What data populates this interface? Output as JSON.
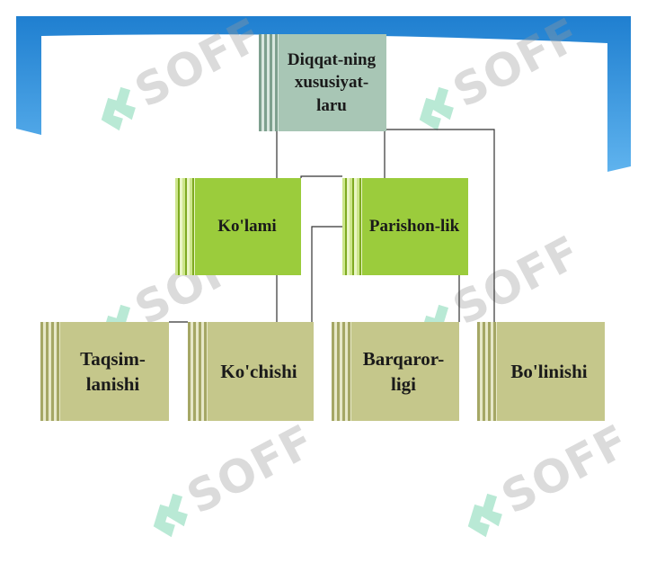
{
  "diagram": {
    "root": {
      "label": "Diqqat-ning\nxususiyat-\nlaru"
    },
    "middle": [
      {
        "label": "Ko'lami"
      },
      {
        "label": "Parishon-lik"
      }
    ],
    "leaves": [
      {
        "label": "Taqsim-\nlanishi"
      },
      {
        "label": "Ko'chishi"
      },
      {
        "label": "Barqaror-\nligi"
      },
      {
        "label": "Bo'linishi"
      }
    ]
  },
  "watermark": {
    "text": "SOFF"
  },
  "colors": {
    "banner": "#2f8fd8",
    "root_box": "#a8c6b5",
    "middle_box": "#9bcc3c",
    "leaf_box": "#c5c78b",
    "connector": "#333333"
  }
}
